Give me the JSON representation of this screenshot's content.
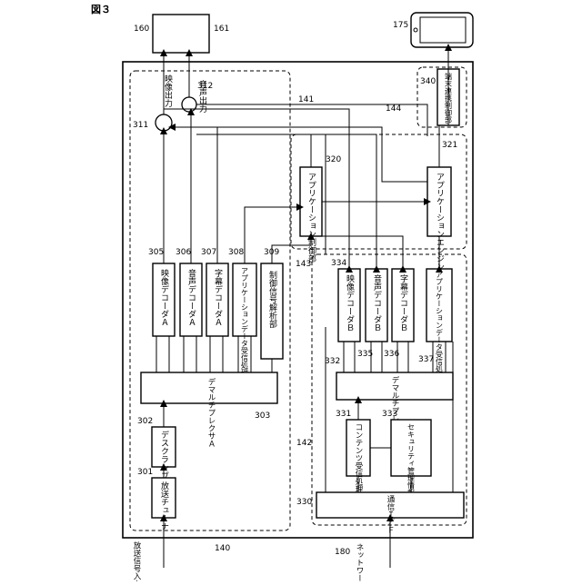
{
  "figure_label": "図３",
  "refs": {
    "r140": "140",
    "r141": "141",
    "r142": "142",
    "r143": "143",
    "r144": "144",
    "r160": "160",
    "r161": "161",
    "r175": "175",
    "r180": "180",
    "r301": "301",
    "r302": "302",
    "r303": "303",
    "r305": "305",
    "r306": "306",
    "r307": "307",
    "r308": "308",
    "r309": "309",
    "r311": "311",
    "r312": "312",
    "r320": "320",
    "r321": "321",
    "r330": "330",
    "r331": "331",
    "r332": "332",
    "r333": "333",
    "r334": "334",
    "r335": "335",
    "r336": "336",
    "r337": "337",
    "r340": "340"
  },
  "blocks": {
    "tuner": "放送チューナ",
    "descrambler": "デスクランブラ",
    "demux_a": "デマルチプレクサＡ",
    "video_dec_a": "映像デコーダＡ",
    "audio_dec_a": "音声デコーダＡ",
    "subtitle_dec_a": "字幕デコーダＡ",
    "app_data_a": "アプリケーションデータ受信処理部Ａ",
    "ctrl_signal": "制御信号解析部",
    "comm_if": "通信Ｉ／Ｆ",
    "content_proc": "コンテンツ受信処理部",
    "security": "セキュリティ管理情報処理部",
    "demux_b": "デマルチプレクサＢ",
    "video_dec_b": "映像デコーダＢ",
    "audio_dec_b": "音声デコーダＢ",
    "subtitle_dec_b": "字幕デコーダＢ",
    "app_data_b": "アプリケーションデータ受信処理部Ｂ",
    "app_ctrl": "アプリケーション制御部",
    "app_engine": "アプリケーションエンジン",
    "terminal_link": "端末連携制御部"
  },
  "labels": {
    "video_out": "映像出力",
    "audio_out": "音声出力",
    "broadcast_in": "放送信号入力",
    "network": "ネットワーク"
  }
}
